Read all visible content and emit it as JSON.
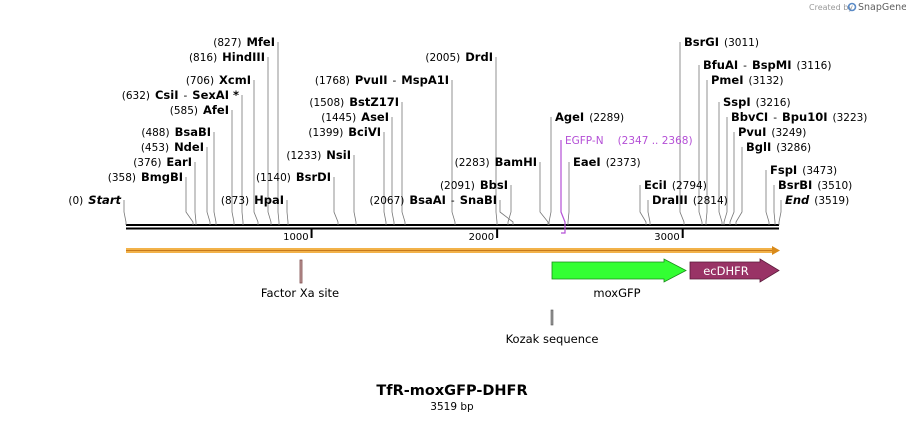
{
  "credit": {
    "prefix": "Created by",
    "logo": "SnapGene"
  },
  "title": "TfR-moxGFP-DHFR",
  "subtitle": "3519 bp",
  "total_bp": 3519,
  "ticks": [
    {
      "bp": 1000,
      "label": "1000"
    },
    {
      "bp": 2000,
      "label": "2000"
    },
    {
      "bp": 3000,
      "label": "3000"
    }
  ],
  "enzymes": [
    {
      "parts": [
        {
          "t": "(0)",
          "k": "pos"
        },
        {
          "t": "Start",
          "k": "nm",
          "italic": true
        }
      ]
    },
    {
      "parts": [
        {
          "t": "(358)",
          "k": "pos"
        },
        {
          "t": "BmgBI",
          "k": "nm"
        }
      ]
    },
    {
      "parts": [
        {
          "t": "(376)",
          "k": "pos"
        },
        {
          "t": "EarI",
          "k": "nm"
        }
      ]
    },
    {
      "parts": [
        {
          "t": "(453)",
          "k": "pos"
        },
        {
          "t": "NdeI",
          "k": "nm"
        }
      ]
    },
    {
      "parts": [
        {
          "t": "(488)",
          "k": "pos"
        },
        {
          "t": "BsaBI",
          "k": "nm"
        }
      ]
    },
    {
      "parts": [
        {
          "t": "(585)",
          "k": "pos"
        },
        {
          "t": "AfeI",
          "k": "nm"
        }
      ]
    },
    {
      "parts": [
        {
          "t": "(632)",
          "k": "pos"
        },
        {
          "t": "CsiI",
          "k": "nm"
        },
        {
          "t": "-",
          "k": "pos"
        },
        {
          "t": "SexAI *",
          "k": "nm"
        }
      ]
    },
    {
      "parts": [
        {
          "t": "(706)",
          "k": "pos"
        },
        {
          "t": "XcmI",
          "k": "nm"
        }
      ]
    },
    {
      "parts": [
        {
          "t": "(816)",
          "k": "pos"
        },
        {
          "t": "HindIII",
          "k": "nm"
        }
      ]
    },
    {
      "parts": [
        {
          "t": "(827)",
          "k": "pos"
        },
        {
          "t": "MfeI",
          "k": "nm"
        }
      ]
    },
    {
      "parts": [
        {
          "t": "(873)",
          "k": "pos"
        },
        {
          "t": "HpaI",
          "k": "nm"
        }
      ]
    },
    {
      "parts": [
        {
          "t": "(1140)",
          "k": "pos"
        },
        {
          "t": "BsrDI",
          "k": "nm"
        }
      ]
    },
    {
      "parts": [
        {
          "t": "(1233)",
          "k": "pos"
        },
        {
          "t": "NsiI",
          "k": "nm"
        }
      ]
    },
    {
      "parts": [
        {
          "t": "(1399)",
          "k": "pos"
        },
        {
          "t": "BciVI",
          "k": "nm"
        }
      ]
    },
    {
      "parts": [
        {
          "t": "(1445)",
          "k": "pos"
        },
        {
          "t": "AseI",
          "k": "nm"
        }
      ]
    },
    {
      "parts": [
        {
          "t": "(1508)",
          "k": "pos"
        },
        {
          "t": "BstZ17I",
          "k": "nm"
        }
      ]
    },
    {
      "parts": [
        {
          "t": "(1768)",
          "k": "pos"
        },
        {
          "t": "PvuII",
          "k": "nm"
        },
        {
          "t": "-",
          "k": "pos"
        },
        {
          "t": "MspA1I",
          "k": "nm"
        }
      ]
    },
    {
      "parts": [
        {
          "t": "(2067)",
          "k": "pos"
        },
        {
          "t": "BsaAI",
          "k": "nm"
        },
        {
          "t": "-",
          "k": "pos"
        },
        {
          "t": "SnaBI",
          "k": "nm"
        }
      ]
    },
    {
      "parts": [
        {
          "t": "(2005)",
          "k": "pos"
        },
        {
          "t": "DrdI",
          "k": "nm"
        }
      ]
    },
    {
      "parts": [
        {
          "t": "(2091)",
          "k": "pos"
        },
        {
          "t": "BbsI",
          "k": "nm"
        }
      ]
    },
    {
      "parts": [
        {
          "t": "(2283)",
          "k": "pos"
        },
        {
          "t": "BamHI",
          "k": "nm"
        }
      ]
    },
    {
      "parts": [
        {
          "t": "AgeI",
          "k": "nm"
        },
        {
          "t": "(2289)",
          "k": "pos"
        }
      ]
    },
    {
      "parts": [
        {
          "t": "EGFP-N",
          "k": "primer"
        },
        {
          "t": "(2347 .. 2368)",
          "k": "primer"
        }
      ]
    },
    {
      "parts": [
        {
          "t": "EaeI",
          "k": "nm"
        },
        {
          "t": "(2373)",
          "k": "pos"
        }
      ]
    },
    {
      "parts": [
        {
          "t": "EciI",
          "k": "nm"
        },
        {
          "t": "(2794)",
          "k": "pos"
        }
      ]
    },
    {
      "parts": [
        {
          "t": "DraIII",
          "k": "nm"
        },
        {
          "t": "(2814)",
          "k": "pos"
        }
      ]
    },
    {
      "parts": [
        {
          "t": "BsrGI",
          "k": "nm"
        },
        {
          "t": "(3011)",
          "k": "pos"
        }
      ]
    },
    {
      "parts": [
        {
          "t": "BfuAI",
          "k": "nm"
        },
        {
          "t": "-",
          "k": "pos"
        },
        {
          "t": "BspMI",
          "k": "nm"
        },
        {
          "t": "(3116)",
          "k": "pos"
        }
      ]
    },
    {
      "parts": [
        {
          "t": "PmeI",
          "k": "nm"
        },
        {
          "t": "(3132)",
          "k": "pos"
        }
      ]
    },
    {
      "parts": [
        {
          "t": "SspI",
          "k": "nm"
        },
        {
          "t": "(3216)",
          "k": "pos"
        }
      ]
    },
    {
      "parts": [
        {
          "t": "BbvCI",
          "k": "nm"
        },
        {
          "t": "-",
          "k": "pos"
        },
        {
          "t": "Bpu10I",
          "k": "nm"
        },
        {
          "t": "(3223)",
          "k": "pos"
        }
      ]
    },
    {
      "parts": [
        {
          "t": "PvuI",
          "k": "nm"
        },
        {
          "t": "(3249)",
          "k": "pos"
        }
      ]
    },
    {
      "parts": [
        {
          "t": "BglI",
          "k": "nm"
        },
        {
          "t": "(3286)",
          "k": "pos"
        }
      ]
    },
    {
      "parts": [
        {
          "t": "FspI",
          "k": "nm"
        },
        {
          "t": "(3473)",
          "k": "pos"
        }
      ]
    },
    {
      "parts": [
        {
          "t": "BsrBI",
          "k": "nm"
        },
        {
          "t": "(3510)",
          "k": "pos"
        }
      ]
    },
    {
      "parts": [
        {
          "t": "End",
          "k": "nm",
          "italic": true
        },
        {
          "t": "(3519)",
          "k": "pos"
        }
      ]
    }
  ],
  "features": [
    {
      "name": "Factor Xa site",
      "color": "#c8a0a0"
    },
    {
      "name": "moxGFP",
      "color": "#33ff33"
    },
    {
      "name": "ecDHFR",
      "color": "#993366"
    },
    {
      "name": "Kozak sequence",
      "color": "#808080"
    }
  ],
  "colors": {
    "backbone": "#000000",
    "orf": "#f2b24a",
    "primer": "#b44fd6"
  }
}
